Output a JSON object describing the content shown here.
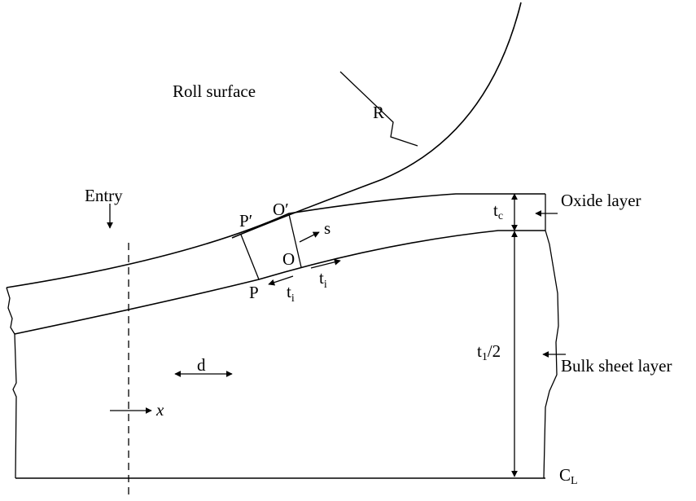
{
  "labels": {
    "roll_surface": "Roll surface",
    "radius": "R",
    "entry": "Entry",
    "oxide_layer": "Oxide layer",
    "bulk_sheet_layer": "Bulk sheet layer",
    "p_prime": "P′",
    "o_prime": "O′",
    "p": "P",
    "o": "O",
    "s": "s",
    "t_i_base": "t",
    "t_i_sub": "i",
    "t_c_base": "t",
    "t_c_sub": "c",
    "t1_base": "t",
    "t1_sub": "1",
    "t1_suffix": "/2",
    "d": "d",
    "x": "x",
    "cl_base": "C",
    "cl_sub": "L"
  }
}
